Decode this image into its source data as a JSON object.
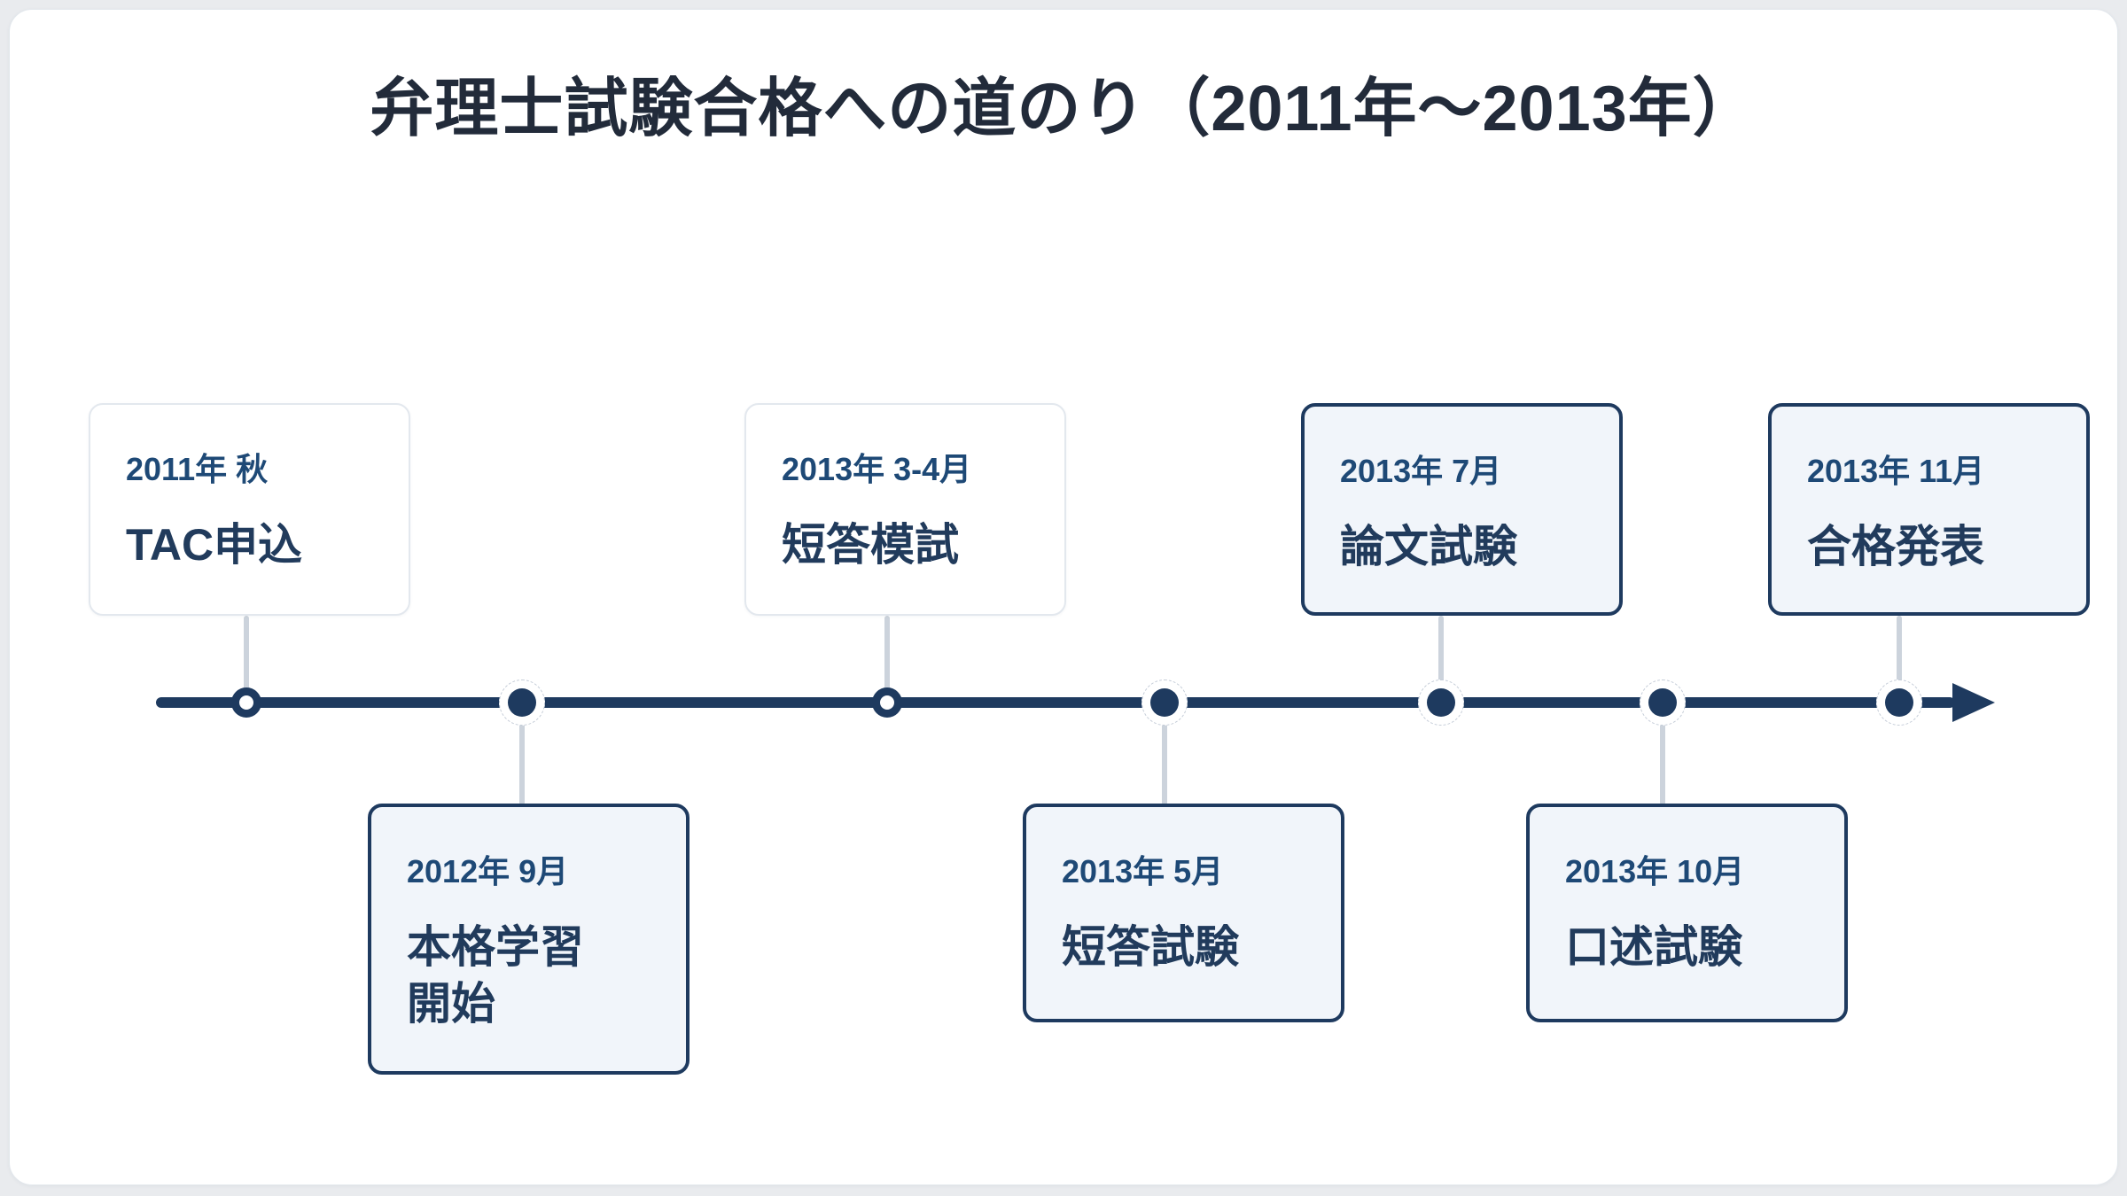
{
  "page": {
    "title": "弁理士試験合格への道のり（2011年～2013年）"
  },
  "colors": {
    "navy": "#1e3a5f",
    "title_text": "#222b3a",
    "date_text": "#1e4976",
    "label_text": "#213b5c",
    "highlight_card_bg": "#f1f5fa",
    "plain_card_border": "#e3e8ee",
    "connector": "#ccd3dc",
    "page_bg": "#e9ebee"
  },
  "timeline": {
    "direction": "left-to-right",
    "arrow_icon": "right-arrowhead",
    "events": [
      {
        "date": "2011年 秋",
        "label": "TAC申込",
        "side": "top",
        "card_style": "plain",
        "node": "open"
      },
      {
        "date": "2012年 9月",
        "label": "本格学習\n開始",
        "side": "bottom",
        "card_style": "highlight",
        "node": "filled"
      },
      {
        "date": "2013年 3-4月",
        "label": "短答模試",
        "side": "top",
        "card_style": "plain",
        "node": "open"
      },
      {
        "date": "2013年 5月",
        "label": "短答試験",
        "side": "bottom",
        "card_style": "highlight",
        "node": "filled"
      },
      {
        "date": "2013年 7月",
        "label": "論文試験",
        "side": "top",
        "card_style": "highlight",
        "node": "filled"
      },
      {
        "date": "2013年 10月",
        "label": "口述試験",
        "side": "bottom",
        "card_style": "highlight",
        "node": "filled"
      },
      {
        "date": "2013年 11月",
        "label": "合格発表",
        "side": "top",
        "card_style": "highlight",
        "node": "filled"
      }
    ]
  }
}
